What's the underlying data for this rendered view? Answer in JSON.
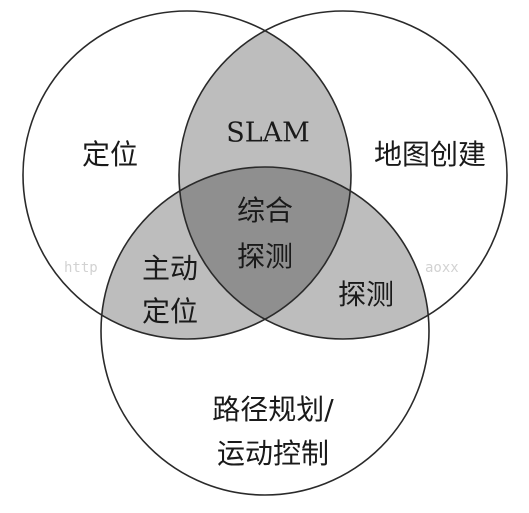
{
  "diagram": {
    "type": "venn-3-set",
    "colors": {
      "background": "#ffffff",
      "outline": "#2a2a2a",
      "single_region": "#ffffff",
      "pair_region": "#bdbdbd",
      "center_region": "#8f8f8f",
      "text": "#1a1a1a"
    },
    "sets": {
      "left": "定位",
      "right": "地图创建",
      "bottom_line1": "路径规划/",
      "bottom_line2": "运动控制"
    },
    "intersections": {
      "left_right": "SLAM",
      "left_bottom_line1": "主动",
      "left_bottom_line2": "定位",
      "right_bottom": "探测",
      "center_line1": "综合",
      "center_line2": "探测"
    }
  },
  "watermark": {
    "left_text": "http",
    "right_text": "aoxx"
  }
}
